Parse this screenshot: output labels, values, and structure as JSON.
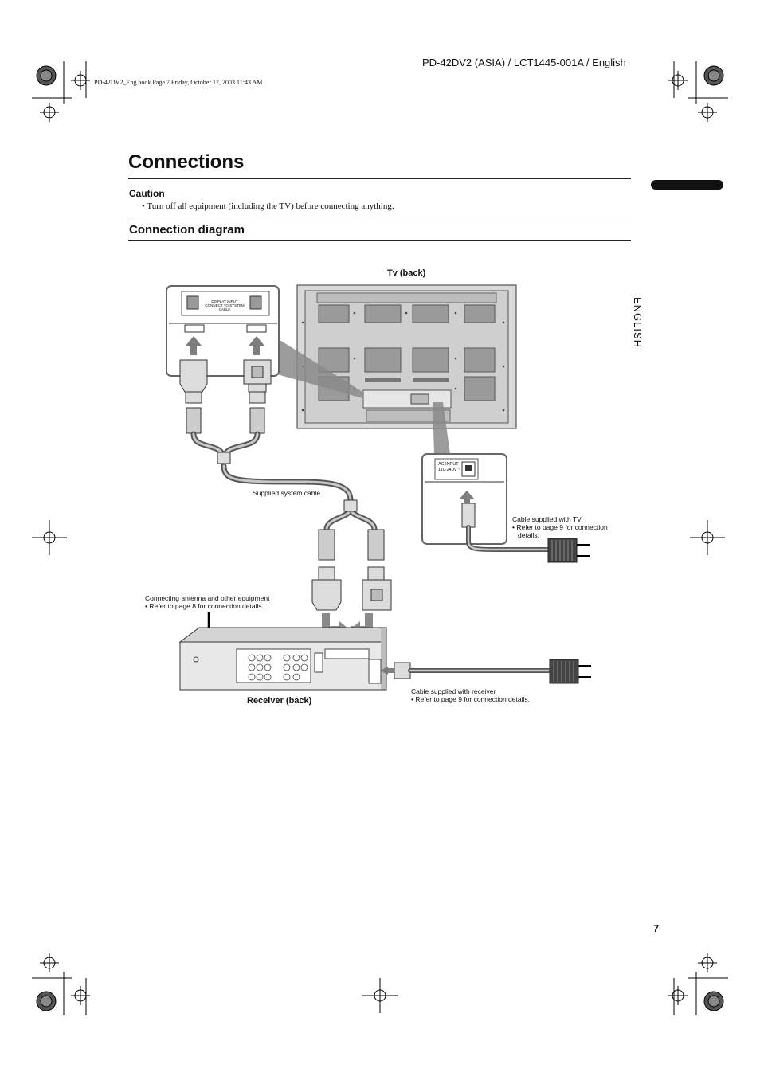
{
  "header": {
    "model_line": "PD-42DV2 (ASIA) / LCT1445-001A / English",
    "book_line": "PD-42DV2_Eng.book  Page 7  Friday, October 17, 2003  11:43 AM"
  },
  "page": {
    "title": "Connections",
    "side_tab": "ENGLISH",
    "page_number": "7"
  },
  "caution": {
    "heading": "Caution",
    "bullet": "•  Turn off all equipment (including the TV) before connecting anything."
  },
  "section": {
    "heading": "Connection diagram"
  },
  "diagram": {
    "tv_label": "Tv (back)",
    "receiver_label": "Receiver (back)",
    "display_input": "DISPLAY INPUT",
    "connect_to": "CONNECT TO SYSTEM CABLE",
    "ac_input": "AC INPUT",
    "ac_voltage": "110-240V ~",
    "supplied_system_cable": "Supplied system cable",
    "cable_tv_title": "Cable supplied with TV",
    "cable_tv_note_1": "•  Refer to page 9 for connection",
    "cable_tv_note_2": "details.",
    "antenna_title": "Connecting antenna and other equipment",
    "antenna_note": "•  Refer to page 8 for connection details.",
    "cable_rx_title": "Cable supplied with receiver",
    "cable_rx_note": "•  Refer to page 9 for connection details."
  }
}
